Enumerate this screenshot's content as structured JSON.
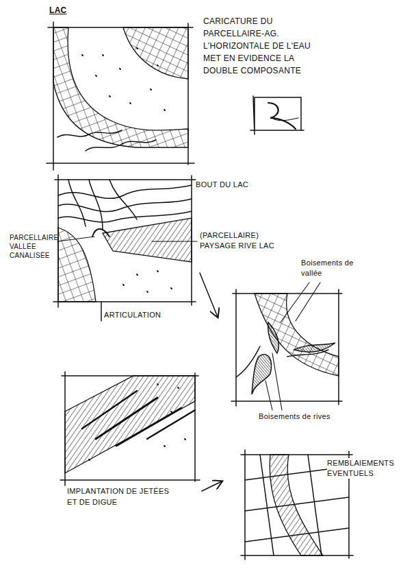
{
  "diagram": {
    "title": "LAC",
    "labels": [
      "CARICATURE DU PARCELLAIRE-AG. L'HORIZONTALE DE L'EAU MET EN EVIDENCE LA DOUBLE COMPOSANTE",
      "BOUT DU LAC",
      "PARCELLAIRE VALLÉE CANALISÉE",
      "(PARCELLAIRE) PAYSAGE RIVE LAC",
      "ARTICULATION",
      "Boisements de vallée",
      "Boisements de rives",
      "IMPLANTATION DE JETÉES ET DE DIGUE",
      "REMBLAIEMENTS ÉVENTUELS"
    ]
  }
}
